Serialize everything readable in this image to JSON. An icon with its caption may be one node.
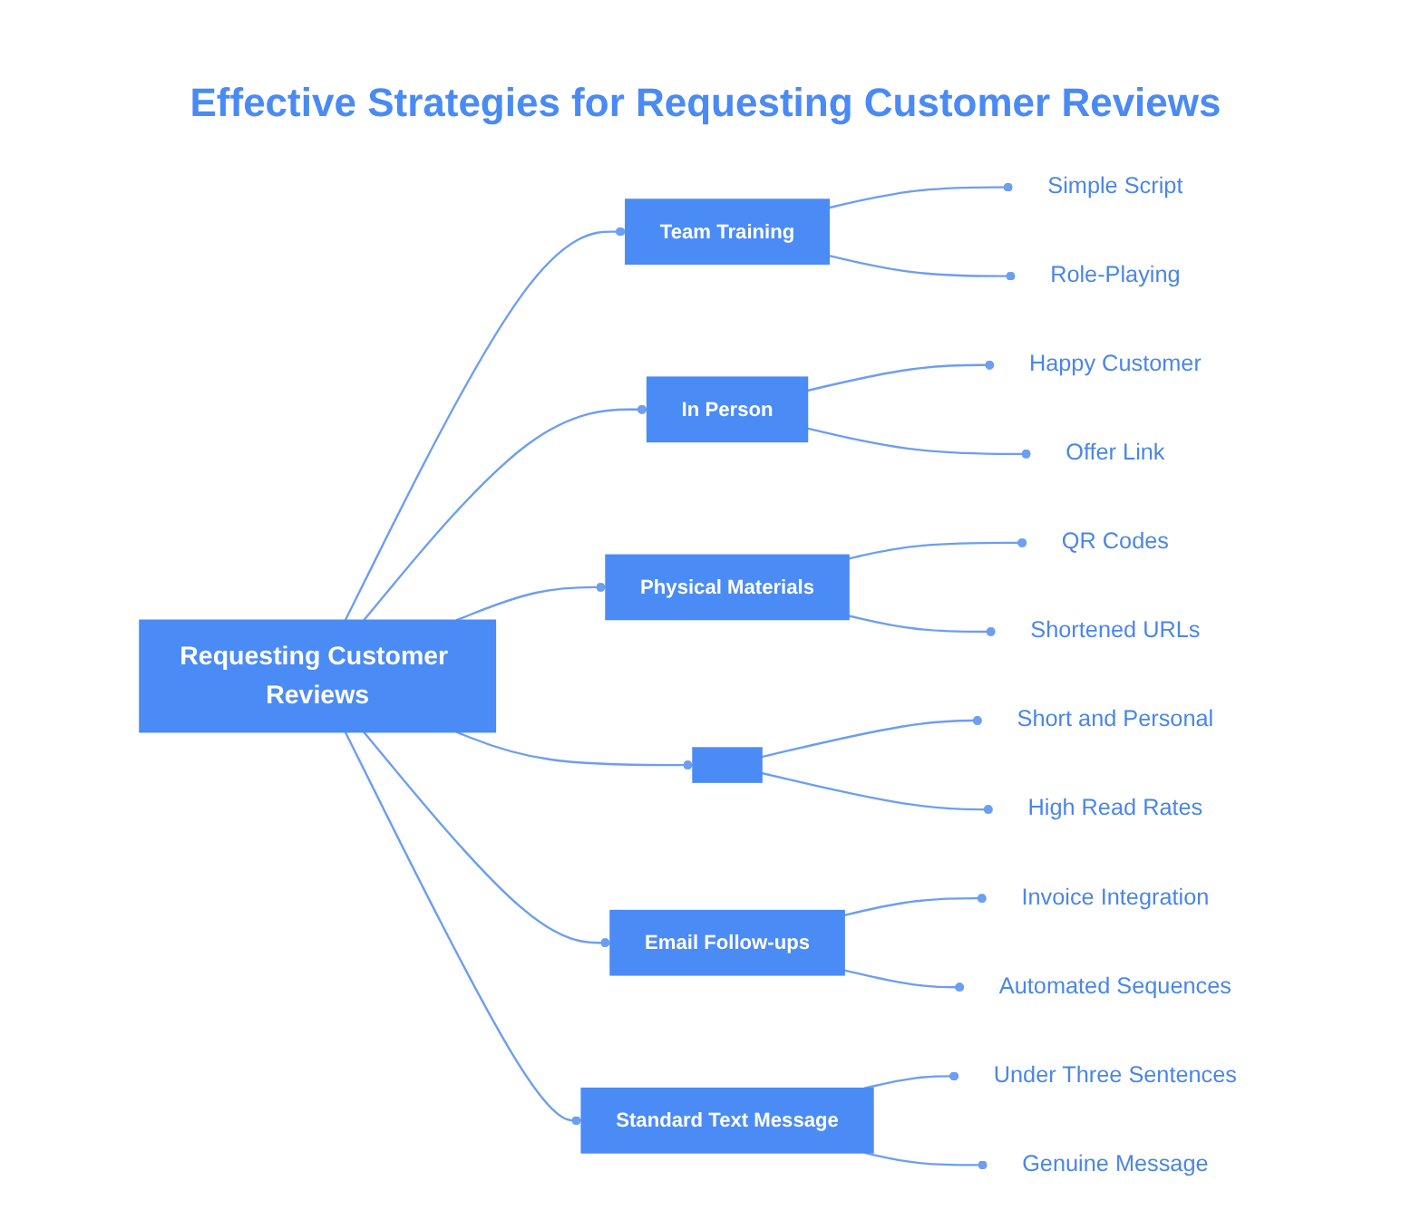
{
  "diagram": {
    "title": "Effective Strategies for Requesting Customer Reviews",
    "nodes": [
      {
        "text": [
          "Team Training"
        ]
      },
      {
        "text": [
          "Simple Script"
        ]
      },
      {
        "text": [
          "Role-Playing"
        ]
      },
      {
        "text": [
          "In Person"
        ]
      },
      {
        "text": [
          "Happy Customer"
        ]
      },
      {
        "text": [
          "Offer Link"
        ]
      },
      {
        "text": [
          "Physical Materials"
        ]
      },
      {
        "text": [
          "QR Codes"
        ]
      },
      {
        "text": [
          "Shortened URLs"
        ]
      },
      {
        "text": [
          "Requesting Customer Reviews"
        ]
      },
      {
        "text": [],
        "shape": "box"
      },
      {
        "text": [
          "Short and Personal"
        ]
      },
      {
        "text": [
          "High Read Rates"
        ]
      },
      {
        "text": [
          "Email Follow-ups"
        ]
      },
      {
        "text": [
          "Invoice Integration"
        ]
      },
      {
        "text": [
          "Automated Sequences"
        ]
      },
      {
        "text": [
          "Standard Text Message"
        ]
      },
      {
        "text": [
          "Under Three Sentences"
        ]
      },
      {
        "text": [
          "Genuine Message"
        ]
      }
    ],
    "edges": [
      {
        "from": 9,
        "to": 0,
        "arrow": "other"
      },
      {
        "from": 0,
        "to": 1,
        "arrow": "other"
      },
      {
        "from": 0,
        "to": 2,
        "arrow": "other"
      },
      {
        "from": 9,
        "to": 3,
        "arrow": "other"
      },
      {
        "from": 3,
        "to": 4,
        "arrow": "other"
      },
      {
        "from": 3,
        "to": 5,
        "arrow": "other"
      },
      {
        "from": 9,
        "to": 6,
        "arrow": "other"
      },
      {
        "from": 6,
        "to": 7,
        "arrow": "other"
      },
      {
        "from": 6,
        "to": 8,
        "arrow": "other"
      },
      {
        "from": 9,
        "to": 10,
        "arrow": "other"
      },
      {
        "from": 10,
        "to": 11,
        "arrow": "other"
      },
      {
        "from": 10,
        "to": 12,
        "arrow": "other"
      },
      {
        "from": 9,
        "to": 13,
        "arrow": "other"
      },
      {
        "from": 13,
        "to": 14,
        "arrow": "other"
      },
      {
        "from": 13,
        "to": 15,
        "arrow": "other"
      },
      {
        "from": 9,
        "to": 16,
        "arrow": "other"
      },
      {
        "from": 16,
        "to": 17,
        "arrow": "other"
      },
      {
        "from": 16,
        "to": 18,
        "arrow": "other"
      }
    ]
  }
}
